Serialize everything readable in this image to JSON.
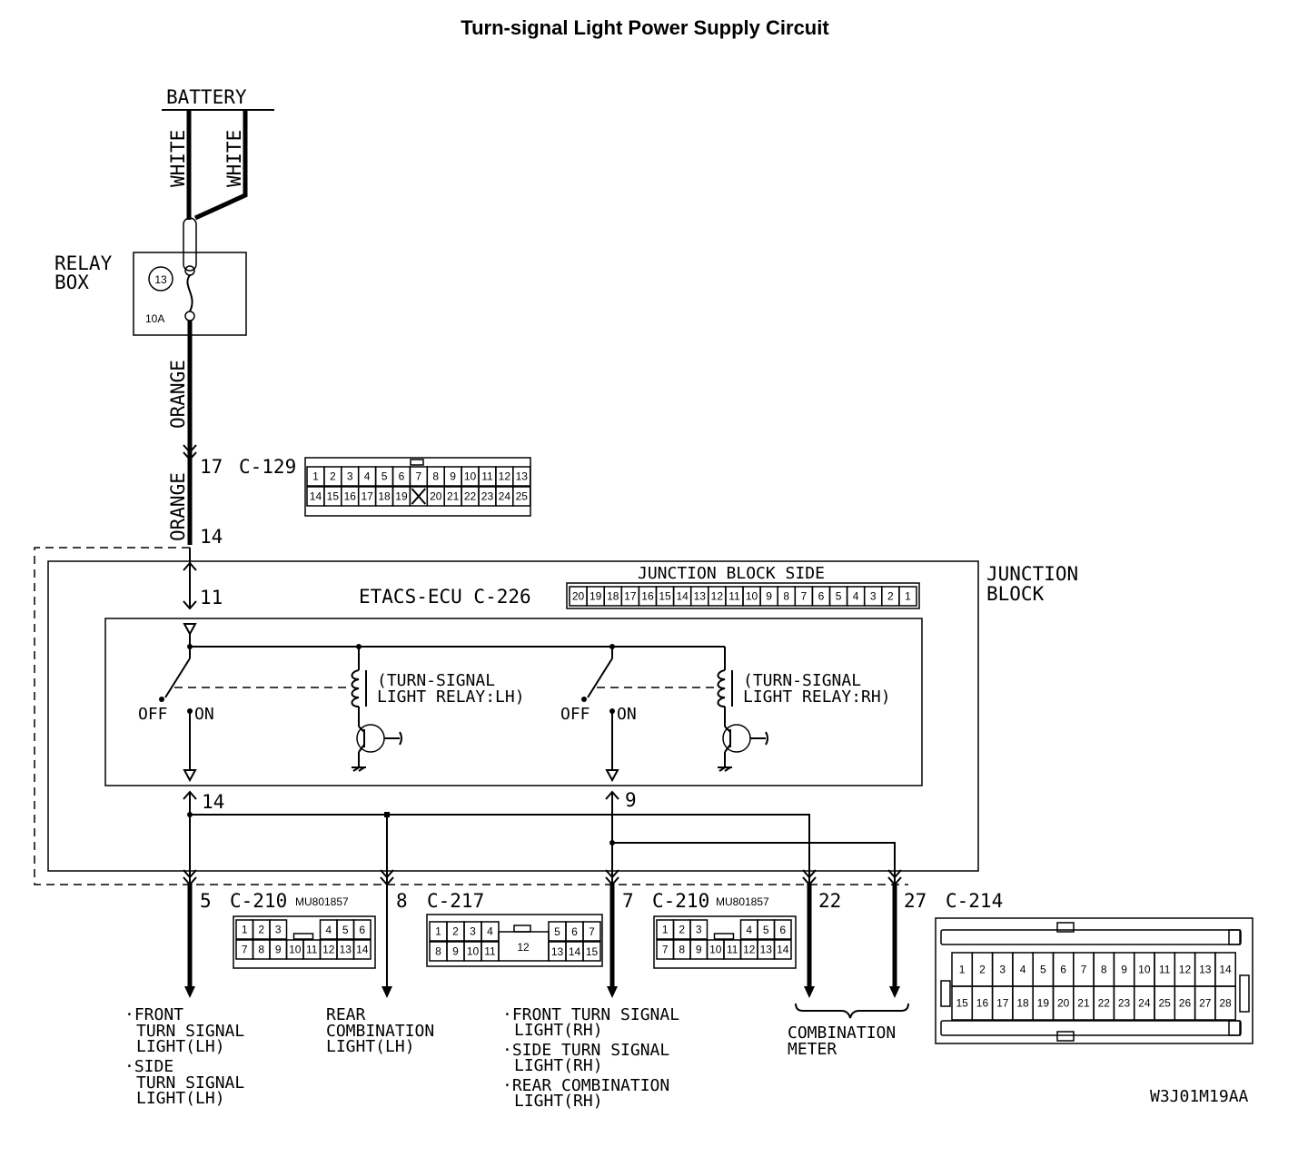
{
  "title": "Turn-signal Light Power Supply Circuit",
  "battery": {
    "label": "BATTERY",
    "wire1": "WHITE",
    "wire2": "WHITE"
  },
  "relay_box": {
    "label_line1": "RELAY",
    "label_line2": "BOX",
    "fuse_no": "13",
    "fuse_rating": "10A"
  },
  "wire_orange_1": "ORANGE",
  "wire_orange_2": "ORANGE",
  "c129": {
    "pin": "17",
    "name": "C-129",
    "row1": [
      "1",
      "2",
      "3",
      "4",
      "5",
      "6",
      "7",
      "8",
      "9",
      "10",
      "11",
      "12",
      "13"
    ],
    "row2": [
      "14",
      "15",
      "16",
      "17",
      "18",
      "19",
      "",
      "20",
      "21",
      "22",
      "23",
      "24",
      "25"
    ]
  },
  "pin_14_top": "14",
  "junction_block": {
    "line1": "JUNCTION",
    "line2": "BLOCK",
    "side_label": "JUNCTION BLOCK SIDE"
  },
  "etacs": {
    "pin": "11",
    "name": "ETACS-ECU C-226",
    "pins": [
      "20",
      "19",
      "18",
      "17",
      "16",
      "15",
      "14",
      "13",
      "12",
      "11",
      "10",
      "9",
      "8",
      "7",
      "6",
      "5",
      "4",
      "3",
      "2",
      "1"
    ]
  },
  "relay_lh": {
    "line1": "(TURN-SIGNAL",
    "line2": "LIGHT RELAY:LH)",
    "off": "OFF",
    "on": "ON"
  },
  "relay_rh": {
    "line1": "(TURN-SIGNAL",
    "line2": "LIGHT RELAY:RH)",
    "off": "OFF",
    "on": "ON"
  },
  "out_pins": {
    "lh": "14",
    "rh": "9"
  },
  "bottom_connectors": {
    "c210a": {
      "pin": "5",
      "name": "C-210",
      "part": "MU801857",
      "row1": [
        "1",
        "2",
        "3",
        "",
        "4",
        "5",
        "6"
      ],
      "row2": [
        "7",
        "8",
        "9",
        "10",
        "11",
        "12",
        "13",
        "14"
      ]
    },
    "c217": {
      "pin": "8",
      "name": "C-217",
      "row1": [
        "1",
        "2",
        "3",
        "4",
        "5",
        "6",
        "7"
      ],
      "row2": [
        "8",
        "9",
        "10",
        "11",
        "12",
        "13",
        "14",
        "15"
      ]
    },
    "c210b": {
      "pin": "7",
      "name": "C-210",
      "part": "MU801857",
      "row1": [
        "1",
        "2",
        "3",
        "",
        "4",
        "5",
        "6"
      ],
      "row2": [
        "7",
        "8",
        "9",
        "10",
        "11",
        "12",
        "13",
        "14"
      ]
    },
    "c214": {
      "pin22": "22",
      "pin27": "27",
      "name": "C-214",
      "row1": [
        "1",
        "2",
        "3",
        "4",
        "5",
        "6",
        "7",
        "8",
        "9",
        "10",
        "11",
        "12",
        "13",
        "14"
      ],
      "row2": [
        "15",
        "16",
        "17",
        "18",
        "19",
        "20",
        "21",
        "22",
        "23",
        "24",
        "25",
        "26",
        "27",
        "28"
      ]
    }
  },
  "loads": {
    "lh": [
      "·FRONT",
      "TURN SIGNAL",
      "LIGHT(LH)",
      "·SIDE",
      "TURN SIGNAL",
      "LIGHT(LH)"
    ],
    "rear_lh": [
      "REAR",
      "COMBINATION",
      "LIGHT(LH)"
    ],
    "rh": [
      "·FRONT TURN SIGNAL",
      "LIGHT(RH)",
      "·SIDE TURN SIGNAL",
      "LIGHT(RH)",
      "·REAR COMBINATION",
      "LIGHT(RH)"
    ],
    "meter": [
      "COMBINATION",
      "METER"
    ]
  },
  "code": "W3J01M19AA"
}
